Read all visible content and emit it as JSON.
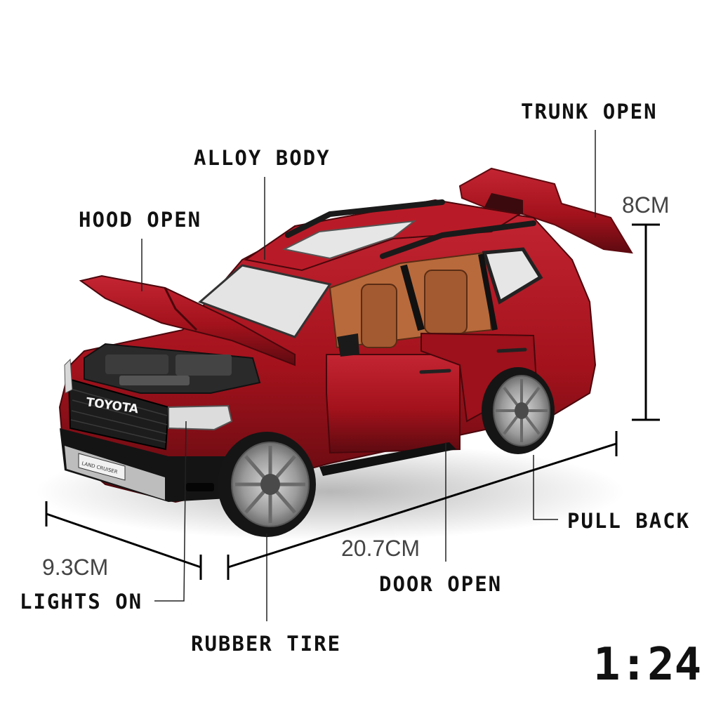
{
  "callouts": {
    "trunk_open": "TRUNK OPEN",
    "alloy_body": "ALLOY BODY",
    "hood_open": "HOOD OPEN",
    "pull_back": "PULL BACK",
    "door_open": "DOOR OPEN",
    "lights_on": "LIGHTS ON",
    "rubber_tire": "RUBBER TIRE"
  },
  "dimensions": {
    "height": "8CM",
    "length": "20.7CM",
    "width": "9.3CM"
  },
  "scale": "1:24",
  "grille_badge": "TOYOTA",
  "plate_text": "LAND CRUISER",
  "colors": {
    "body": "#a3121c",
    "body_dark": "#6e0a11",
    "interior": "#b86a3c",
    "line": "#222222"
  }
}
